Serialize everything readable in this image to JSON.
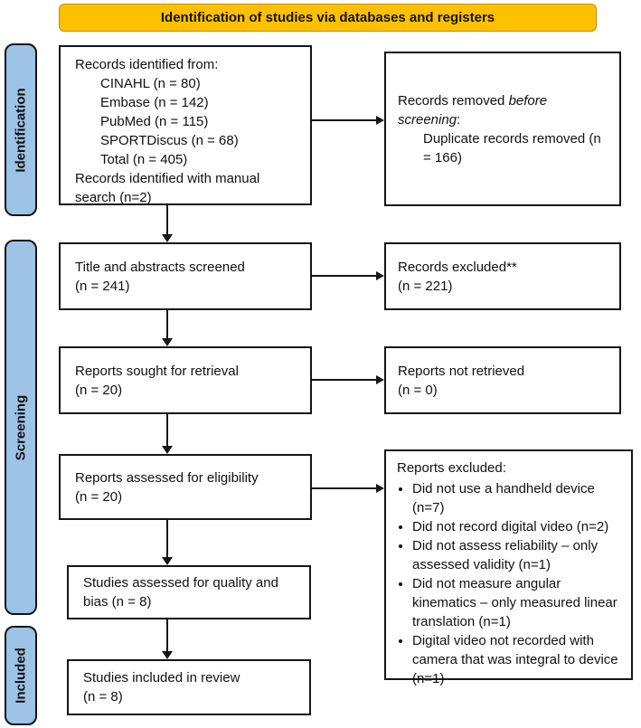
{
  "banner": {
    "label": "Identification of studies via databases and registers"
  },
  "colors": {
    "banner_bg": "#FFC000",
    "banner_border": "#BF9000",
    "stage_bg": "#9DC3E6",
    "line": "#151515"
  },
  "stages": [
    {
      "label": "Identification"
    },
    {
      "label": "Screening"
    },
    {
      "label": "Included"
    }
  ],
  "boxes": {
    "records_identified": {
      "lines": [
        "Records identified from:",
        "CINAHL (n = 80)",
        "Embase (n = 142)",
        "PubMed (n = 115)",
        "SPORTDiscus (n = 68)",
        "Total (n = 405)",
        "Records identified with manual search (n=2)"
      ]
    },
    "records_removed": {
      "prefix": "Records removed ",
      "italic": "before screening",
      "suffix": ":",
      "indented": "Duplicate records removed (n = 166)"
    },
    "title_abstracts_screened": {
      "lines": [
        "Title and abstracts screened",
        "(n = 241)"
      ]
    },
    "records_excluded": {
      "lines": [
        "Records excluded**",
        "(n = 221)"
      ]
    },
    "reports_sought": {
      "lines": [
        "Reports sought for retrieval",
        "(n = 20)"
      ]
    },
    "reports_not_retrieved": {
      "lines": [
        "Reports not retrieved",
        "(n = 0)"
      ]
    },
    "reports_assessed": {
      "lines": [
        "Reports assessed for eligibility",
        "(n = 20)"
      ]
    },
    "reports_excluded": {
      "title": "Reports excluded:",
      "items": [
        "Did not use a handheld device (n=7)",
        "Did not record digital video (n=2)",
        "Did not assess reliability – only assessed validity (n=1)",
        "Did not measure angular kinematics – only measured linear translation (n=1)",
        "Digital video not recorded with camera that was integral to device (n=1)"
      ]
    },
    "studies_assessed": {
      "lines": [
        "Studies assessed for quality and",
        "bias (n = 8)"
      ]
    },
    "studies_included": {
      "lines": [
        "Studies included in review",
        "(n = 8)"
      ]
    }
  }
}
